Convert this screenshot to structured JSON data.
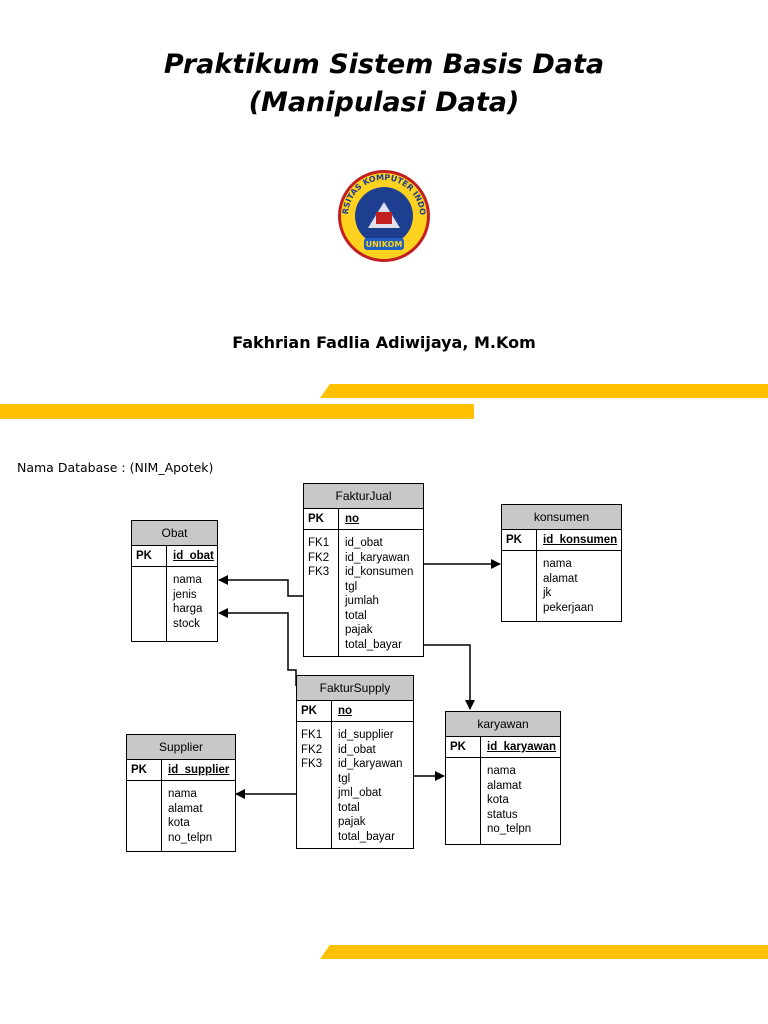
{
  "title": {
    "line1": "Praktikum Sistem Basis Data",
    "line2": "(Manipulasi Data)"
  },
  "logo": {
    "ring_text": "UNIVERSITAS KOMPUTER INDONESIA",
    "banner_text": "UNIKOM",
    "colors": {
      "ring": "#FFD21F",
      "border": "#C21F1F",
      "inner": "#1E3F8F",
      "banner": "#1E5FBF"
    }
  },
  "author": "Fakhrian Fadlia Adiwijaya, M.Kom",
  "colors": {
    "accent": "#FFC000"
  },
  "database_label": "Nama Database : (NIM_Apotek)",
  "entities": {
    "fakturjual": {
      "name": "FakturJual",
      "pk_label": "PK",
      "pk_field": "no",
      "fk_labels": [
        "FK1",
        "FK2",
        "FK3"
      ],
      "attributes": [
        "id_obat",
        "id_karyawan",
        "id_konsumen",
        "tgl",
        "jumlah",
        "total",
        "pajak",
        "total_bayar"
      ]
    },
    "obat": {
      "name": "Obat",
      "pk_label": "PK",
      "pk_field": "id_obat",
      "attributes": [
        "nama",
        "jenis",
        "harga",
        "stock"
      ]
    },
    "konsumen": {
      "name": "konsumen",
      "pk_label": "PK",
      "pk_field": "id_konsumen",
      "attributes": [
        "nama",
        "alamat",
        "jk",
        "pekerjaan"
      ]
    },
    "faktursupply": {
      "name": "FakturSupply",
      "pk_label": "PK",
      "pk_field": "no",
      "fk_labels": [
        "FK1",
        "FK2",
        "FK3"
      ],
      "attributes": [
        "id_supplier",
        "id_obat",
        "id_karyawan",
        "tgl",
        "jml_obat",
        "total",
        "pajak",
        "total_bayar"
      ]
    },
    "supplier": {
      "name": "Supplier",
      "pk_label": "PK",
      "pk_field": "id_supplier",
      "attributes": [
        "nama",
        "alamat",
        "kota",
        "no_telpn"
      ]
    },
    "karyawan": {
      "name": "karyawan",
      "pk_label": "PK",
      "pk_field": "id_karyawan",
      "attributes": [
        "nama",
        "alamat",
        "kota",
        "status",
        "no_telpn"
      ]
    }
  }
}
